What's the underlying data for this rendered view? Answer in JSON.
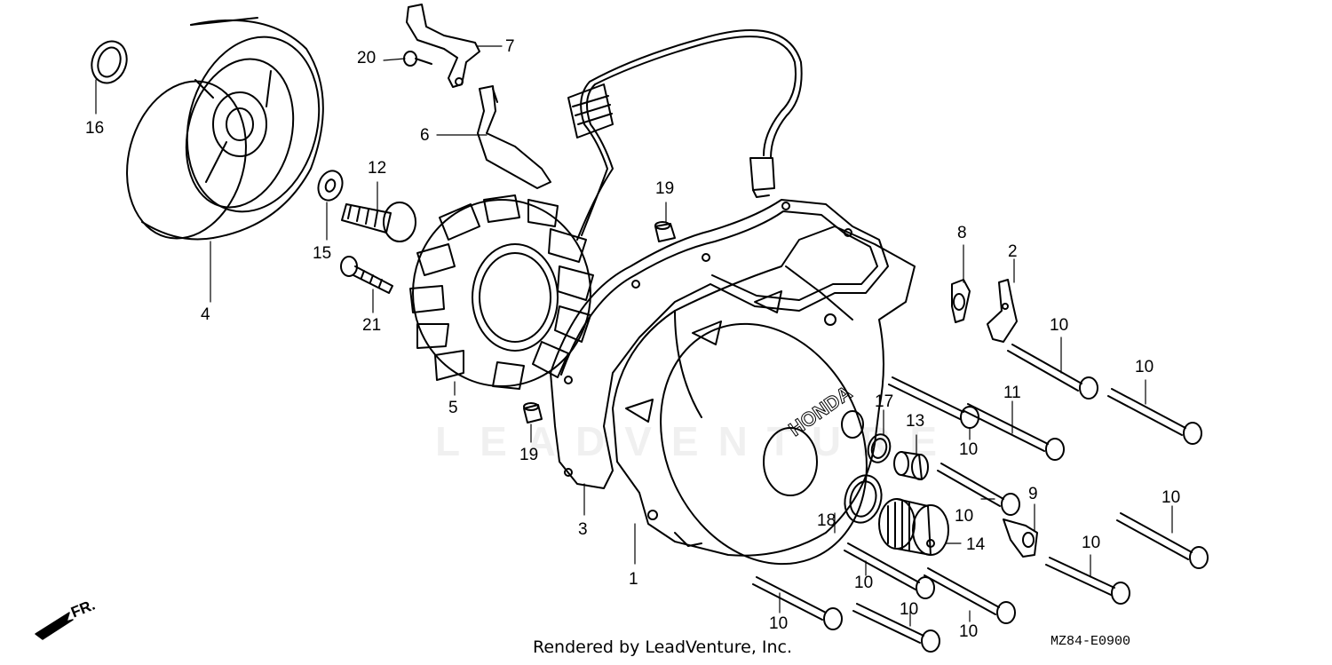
{
  "diagram": {
    "callouts": [
      {
        "id": "c16",
        "label": "16"
      },
      {
        "id": "c4",
        "label": "4"
      },
      {
        "id": "c20",
        "label": "20"
      },
      {
        "id": "c7",
        "label": "7"
      },
      {
        "id": "c6",
        "label": "6"
      },
      {
        "id": "c12",
        "label": "12"
      },
      {
        "id": "c15",
        "label": "15"
      },
      {
        "id": "c21",
        "label": "21"
      },
      {
        "id": "c5",
        "label": "5"
      },
      {
        "id": "c19a",
        "label": "19"
      },
      {
        "id": "c19b",
        "label": "19"
      },
      {
        "id": "c3",
        "label": "3"
      },
      {
        "id": "c1",
        "label": "1"
      },
      {
        "id": "c18",
        "label": "18"
      },
      {
        "id": "c17",
        "label": "17"
      },
      {
        "id": "c13",
        "label": "13"
      },
      {
        "id": "c14",
        "label": "14"
      },
      {
        "id": "c8",
        "label": "8"
      },
      {
        "id": "c2",
        "label": "2"
      },
      {
        "id": "c11",
        "label": "11"
      },
      {
        "id": "c9",
        "label": "9"
      },
      {
        "id": "c10a",
        "label": "10"
      },
      {
        "id": "c10b",
        "label": "10"
      },
      {
        "id": "c10c",
        "label": "10"
      },
      {
        "id": "c10d",
        "label": "10"
      },
      {
        "id": "c10e",
        "label": "10"
      },
      {
        "id": "c10f",
        "label": "10"
      },
      {
        "id": "c10g",
        "label": "10"
      },
      {
        "id": "c10h",
        "label": "10"
      },
      {
        "id": "c10i",
        "label": "10"
      },
      {
        "id": "c10j",
        "label": "10"
      }
    ],
    "cover_logo": "HONDA",
    "direction_label": "FR.",
    "watermark": "LEADVENTURE",
    "credit": "Rendered by LeadVenture, Inc.",
    "diagram_code": "MZ84-E0900"
  }
}
